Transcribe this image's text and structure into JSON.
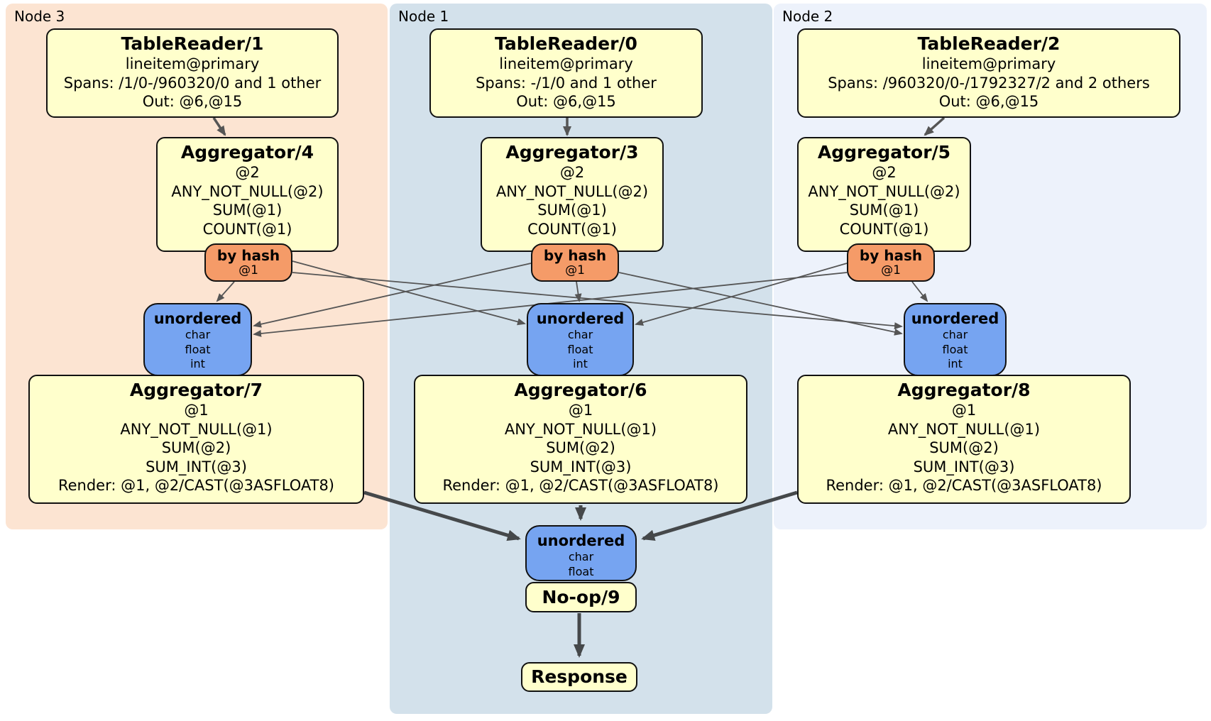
{
  "regions": [
    {
      "label": "Node 3"
    },
    {
      "label": "Node 1"
    },
    {
      "label": "Node 2"
    }
  ],
  "processors": {
    "tr1": {
      "title": "TableReader/1",
      "lines": [
        "lineitem@primary",
        "Spans: /1/0-/960320/0 and 1 other",
        "Out: @6,@15"
      ]
    },
    "tr0": {
      "title": "TableReader/0",
      "lines": [
        "lineitem@primary",
        "Spans: -/1/0 and 1 other",
        "Out: @6,@15"
      ]
    },
    "tr2": {
      "title": "TableReader/2",
      "lines": [
        "lineitem@primary",
        "Spans: /960320/0-/1792327/2 and 2 others",
        "Out: @6,@15"
      ]
    },
    "agg4": {
      "title": "Aggregator/4",
      "lines": [
        "@2",
        "ANY_NOT_NULL(@2)",
        "SUM(@1)",
        "COUNT(@1)"
      ]
    },
    "agg3": {
      "title": "Aggregator/3",
      "lines": [
        "@2",
        "ANY_NOT_NULL(@2)",
        "SUM(@1)",
        "COUNT(@1)"
      ]
    },
    "agg5": {
      "title": "Aggregator/5",
      "lines": [
        "@2",
        "ANY_NOT_NULL(@2)",
        "SUM(@1)",
        "COUNT(@1)"
      ]
    },
    "agg7": {
      "title": "Aggregator/7",
      "lines": [
        "@1",
        "ANY_NOT_NULL(@1)",
        "SUM(@2)",
        "SUM_INT(@3)",
        "Render: @1, @2/CAST(@3ASFLOAT8)"
      ]
    },
    "agg6": {
      "title": "Aggregator/6",
      "lines": [
        "@1",
        "ANY_NOT_NULL(@1)",
        "SUM(@2)",
        "SUM_INT(@3)",
        "Render: @1, @2/CAST(@3ASFLOAT8)"
      ]
    },
    "agg8": {
      "title": "Aggregator/8",
      "lines": [
        "@1",
        "ANY_NOT_NULL(@1)",
        "SUM(@2)",
        "SUM_INT(@3)",
        "Render: @1, @2/CAST(@3ASFLOAT8)"
      ]
    },
    "noop": {
      "title": "No-op/9"
    },
    "response": {
      "title": "Response"
    }
  },
  "routers": {
    "by_hash": {
      "title": "by hash",
      "detail": "@1"
    }
  },
  "syncs": {
    "mid": {
      "title": "unordered",
      "items": [
        "char",
        "float",
        "int"
      ]
    },
    "final": {
      "title": "unordered",
      "items": [
        "char",
        "float"
      ]
    }
  },
  "colors": {
    "node3_bg": "#fce4d2",
    "node1_bg": "#d3e1eb",
    "node2_bg": "#edf2fb",
    "processor_bg": "#ffffcc",
    "router_bg": "#f59b68",
    "sync_bg": "#76a4f1",
    "edge": "#555555",
    "edge_thick": "#45484a",
    "border": "#111111"
  }
}
